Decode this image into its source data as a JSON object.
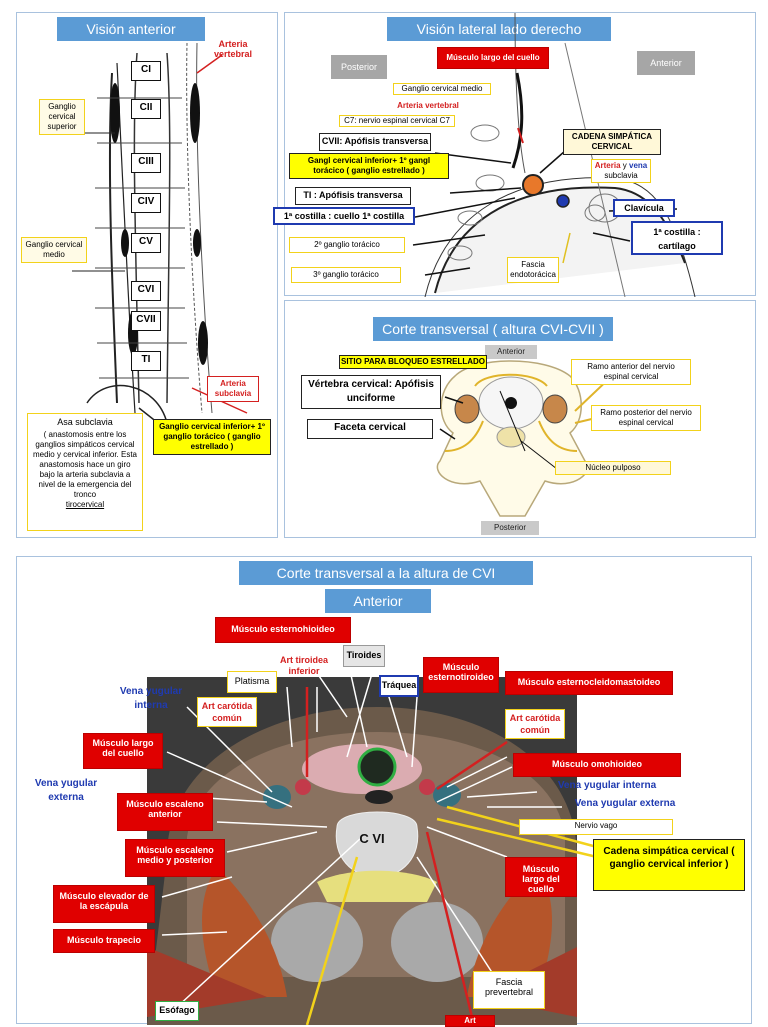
{
  "panels": {
    "anterior": {
      "title": "Visión anterior",
      "vertebrae": [
        "CI",
        "CII",
        "CIII",
        "CIV",
        "CV",
        "CVI",
        "CVII",
        "TI"
      ],
      "arteria_vertebral": "Arteria vertebral",
      "ganglio_superior": "Ganglio cervical superior",
      "ganglio_medio": "Ganglio cervical medio",
      "arteria_subclavia": "Arteria subclavia",
      "ganglio_inferior": "Ganglio cervical inferior+ 1º ganglio torácico ( ganglio estrellado )",
      "asa_title": "Asa subclavia",
      "asa_text": "( anastomosis entre los ganglios simpáticos cervical medio y cervical inferior. Esta anastomosis hace un giro bajo la arteria subclavia a nivel de la emergencia del tronco",
      "asa_last": "tirocervical"
    },
    "lateral": {
      "title": "Visión  lateral  lado derecho",
      "posterior": "Posterior",
      "anterior": "Anterior",
      "musculo_largo": "Músculo largo del cuello",
      "ganglio_medio": "Ganglio cervical medio",
      "arteria_vertebral": "Arteria vertebral",
      "c7_nervio": "C7: nervio espinal cervical C7",
      "cvii_apofisis": "CVII: Apófisis transversa",
      "cadena": "CADENA SIMPÁTICA CERVICAL",
      "gangl_inferior": "Gangl cervical inferior+ 1º gangl torácico ( ganglio  estrellado )",
      "arteria_vena_1": "Arteria",
      "arteria_vena_y": "y",
      "arteria_vena_2": "vena",
      "arteria_vena_3": "subclavia",
      "ti_apofisis": "TI : Apófisis transversa",
      "clavicula": "Clavícula",
      "costilla_cuello": "1ª costilla :  cuello 1ª costilla",
      "costilla_cartilago": "1ª costilla  :  cartílago",
      "segundo_ganglio": "2º ganglio torácico",
      "tercer_ganglio": "3º ganglio torácico",
      "fascia": "Fascia endotorácica"
    },
    "transversal1": {
      "title": "Corte transversal  ( altura CVI-CVII )",
      "anterior": "Anterior",
      "posterior": "Posterior",
      "sitio": "SITIO PARA BLOQUEO ESTRELLADO",
      "vertebra": "Vértebra cervical: Apófisis unciforme",
      "faceta": "Faceta cervical",
      "ramo_anterior": "Ramo anterior del nervio espinal cervical",
      "ramo_posterior": "Ramo posterior del nervio espinal cervical",
      "nucleo": "Núcleo pulposo"
    },
    "transversal2": {
      "title": "Corte transversal  a la  altura de  CVI",
      "anterior": "Anterior",
      "esternohioideo": "Músculo esternohioideo",
      "tiroides": "Tiroides",
      "art_tiroidea": "Art tiroidea inferior",
      "platisma": "Platisma",
      "esternotiroideo": "Músculo esternotiroideo",
      "esternocleido": "Músculo esternocleidomastoideo",
      "traquea": "Tráquea",
      "vena_yugular_interna_l": "Vena yugular interna",
      "carotida_l": "Art carótida común",
      "carotida_r": "Art carótida común",
      "largo_cuello_l": "Músculo largo del cuello",
      "omohioideo": "Músculo omohioideo",
      "vena_yugular_externa_l": "Vena yugular externa",
      "vena_yugular_interna_r": "Vena yugular interna",
      "vena_yugular_externa_r": "Vena yugular externa",
      "escaleno_anterior": "Músculo escaleno anterior",
      "nervio_vago": "Nervio vago",
      "cadena": "Cadena simpática cervical ( ganglio cervical inferior )",
      "cvi": "C VI",
      "escaleno_medio": "Músculo escaleno medio y posterior",
      "largo_cuello_r": "Músculo largo del cuello",
      "elevador": "Músculo elevador de la escápula",
      "trapecio": "Músculo trapecio",
      "fascia": "Fascia prevertebral",
      "esofago": "Esófago",
      "art_bottom": "Art"
    }
  },
  "colors": {
    "title_blue": "#5b9bd5",
    "label_red": "#e00000",
    "highlight_yellow": "#ffff00",
    "border_blue": "#1f3ab0"
  }
}
